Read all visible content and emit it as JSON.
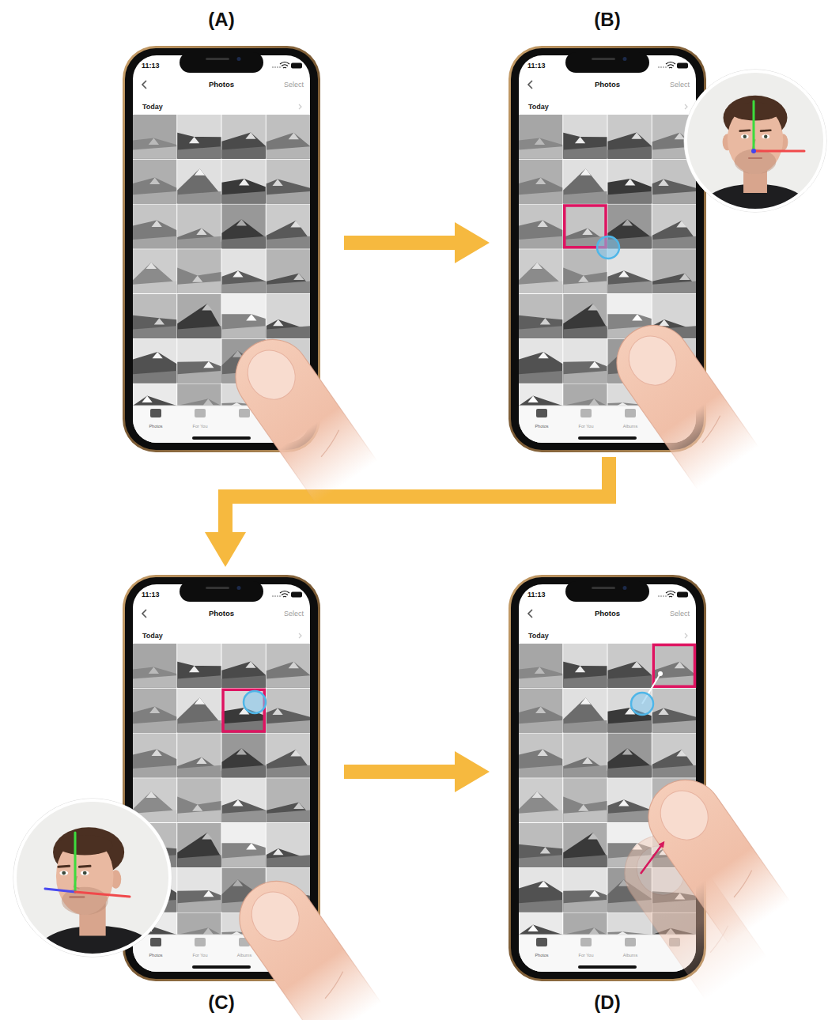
{
  "diagram": {
    "nodes": [
      {
        "text": [
          "(A)",
          "11:13",
          "Photos",
          "Select",
          "Today",
          "Photos",
          "For You"
        ]
      },
      {
        "text": [
          "(B)",
          "11:13",
          "Photos",
          "Select",
          "Today",
          "Photos",
          "For You",
          "Albums"
        ]
      },
      {
        "text": [
          "(C)",
          "11:13",
          "Photos",
          "Select",
          "Today",
          "Photos",
          "For You",
          "Albums"
        ]
      },
      {
        "text": [
          "(D)",
          "11:13",
          "Photos",
          "Select",
          "Today",
          "Photos",
          "For You",
          "Albums"
        ]
      }
    ],
    "edges": [
      {
        "from": 0,
        "to": 1,
        "arrow": "to"
      },
      {
        "from": 1,
        "to": 2,
        "arrow": "to"
      },
      {
        "from": 2,
        "to": 3,
        "arrow": "to"
      }
    ]
  }
}
